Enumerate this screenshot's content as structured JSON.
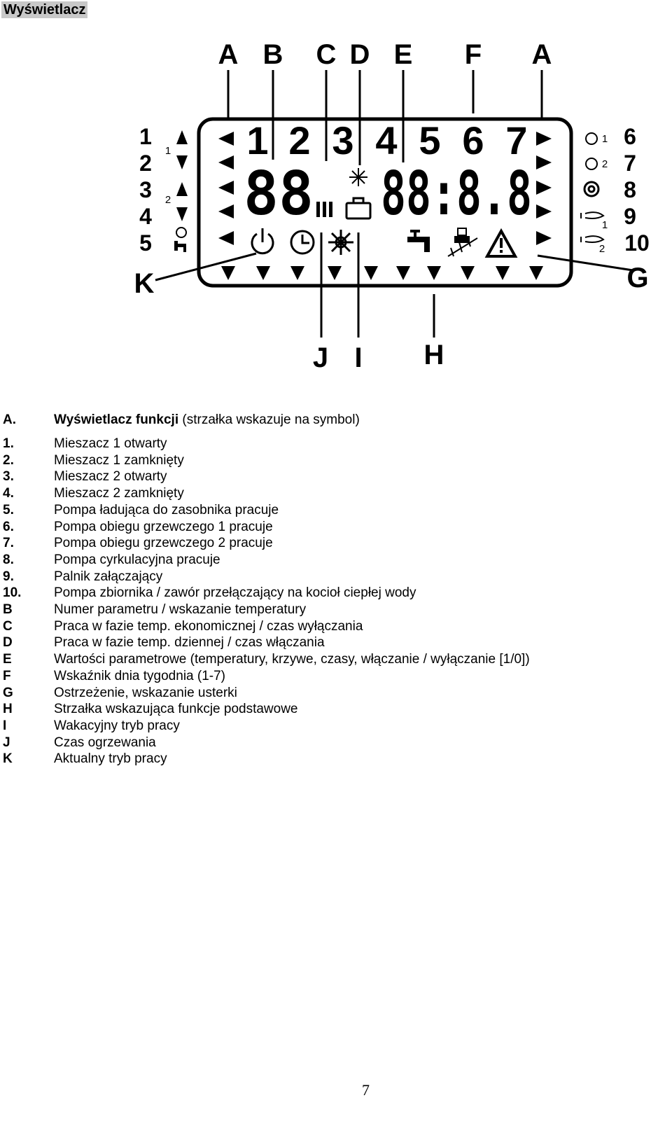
{
  "heading": "Wyświetlacz",
  "diagram": {
    "top_letters": [
      "A",
      "B",
      "C",
      "D",
      "E",
      "F",
      "A"
    ],
    "left_numbers": [
      "1",
      "2",
      "3",
      "4",
      "5"
    ],
    "right_numbers": [
      "6",
      "7",
      "8",
      "9",
      "10"
    ],
    "mixer_small_labels": [
      "1",
      "2"
    ],
    "pump_small_labels": [
      "1",
      "2",
      "1",
      "2"
    ],
    "day_digits": [
      "1",
      "2",
      "3",
      "4",
      "5",
      "6",
      "7"
    ],
    "display_left": "88",
    "display_right": "88:8.8",
    "side_letters": {
      "k": "K",
      "g": "G"
    },
    "bottom_letters": [
      "J",
      "I",
      "H"
    ]
  },
  "legend": {
    "header": {
      "key": "A.",
      "title": "Wyświetlacz  funkcji",
      "rest": " (strzałka wskazuje na symbol)"
    },
    "items": [
      {
        "key": "1.",
        "text": "Mieszacz 1 otwarty"
      },
      {
        "key": "2.",
        "text": "Mieszacz 1 zamknięty"
      },
      {
        "key": "3.",
        "text": "Mieszacz 2 otwarty"
      },
      {
        "key": "4.",
        "text": "Mieszacz 2 zamknięty"
      },
      {
        "key": "5.",
        "text": "Pompa ładująca do zasobnika pracuje"
      },
      {
        "key": "6.",
        "text": "Pompa obiegu grzewczego 1 pracuje"
      },
      {
        "key": "7.",
        "text": "Pompa obiegu grzewczego 2 pracuje"
      },
      {
        "key": "8.",
        "text": "Pompa cyrkulacyjna pracuje"
      },
      {
        "key": "9.",
        "text": "Palnik załączający"
      },
      {
        "key": "10.",
        "text": "Pompa zbiornika / zawór przełączający na kocioł ciepłej wody"
      },
      {
        "key": "B",
        "text": "Numer parametru / wskazanie temperatury"
      },
      {
        "key": "C",
        "text": "Praca w fazie temp. ekonomicznej  / czas wyłączania"
      },
      {
        "key": "D",
        "text": "Praca w fazie temp. dziennej / czas włączania"
      },
      {
        "key": "E",
        "text": "Wartości parametrowe (temperatury, krzywe, czasy, włączanie / wyłączanie [1/0])"
      },
      {
        "key": "F",
        "text": "Wskaźnik dnia tygodnia (1-7)"
      },
      {
        "key": "G",
        "text": "Ostrzeżenie, wskazanie usterki"
      },
      {
        "key": "H",
        "text": "Strzałka wskazująca funkcje podstawowe"
      },
      {
        "key": "I",
        "text": "Wakacyjny tryb pracy"
      },
      {
        "key": "J",
        "text": "Czas ogrzewania"
      },
      {
        "key": "K",
        "text": "Aktualny tryb pracy"
      }
    ]
  },
  "page_number": "7"
}
